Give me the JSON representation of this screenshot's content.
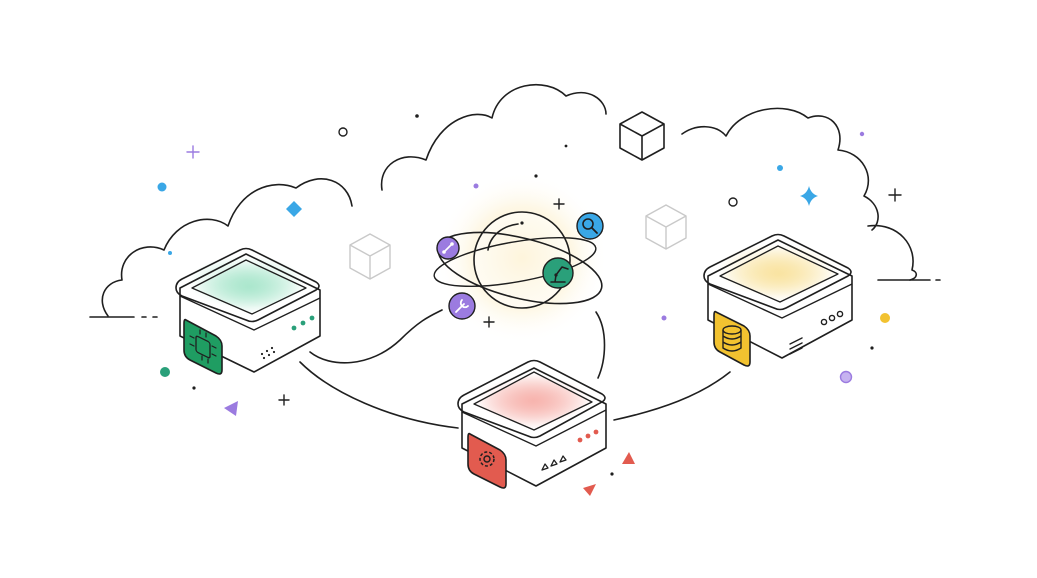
{
  "colors": {
    "line": "#1f1f1f",
    "green": "#1f9d62",
    "red": "#e25b4f",
    "yellow": "#f2c230",
    "purple": "#9b7be0",
    "blue": "#3aa7e6",
    "teal": "#2aa07a",
    "cube": "#c9c9c9",
    "green_glow": "#a9e6cc",
    "red_glow": "#f7b3ad",
    "yellow_glow": "#f9e3a0"
  },
  "icons": {
    "server_left_badge": "circuit-chip-icon",
    "server_bottom_badge": "gear-icon",
    "server_right_badge": "database-icon",
    "orbit_node_1": "link-icon",
    "orbit_node_2": "search-icon",
    "orbit_node_3": "robot-arm-icon",
    "orbit_node_4": "wrench-icon"
  },
  "servers": [
    {
      "name": "server-left",
      "glow": "green",
      "badge": "circuit-chip-icon",
      "badge_color": "green",
      "indicator_color": "teal"
    },
    {
      "name": "server-bottom",
      "glow": "red",
      "badge": "gear-icon",
      "badge_color": "red",
      "indicator_color": "red"
    },
    {
      "name": "server-right",
      "glow": "yellow",
      "badge": "database-icon",
      "badge_color": "yellow",
      "indicator_color": "line"
    }
  ]
}
